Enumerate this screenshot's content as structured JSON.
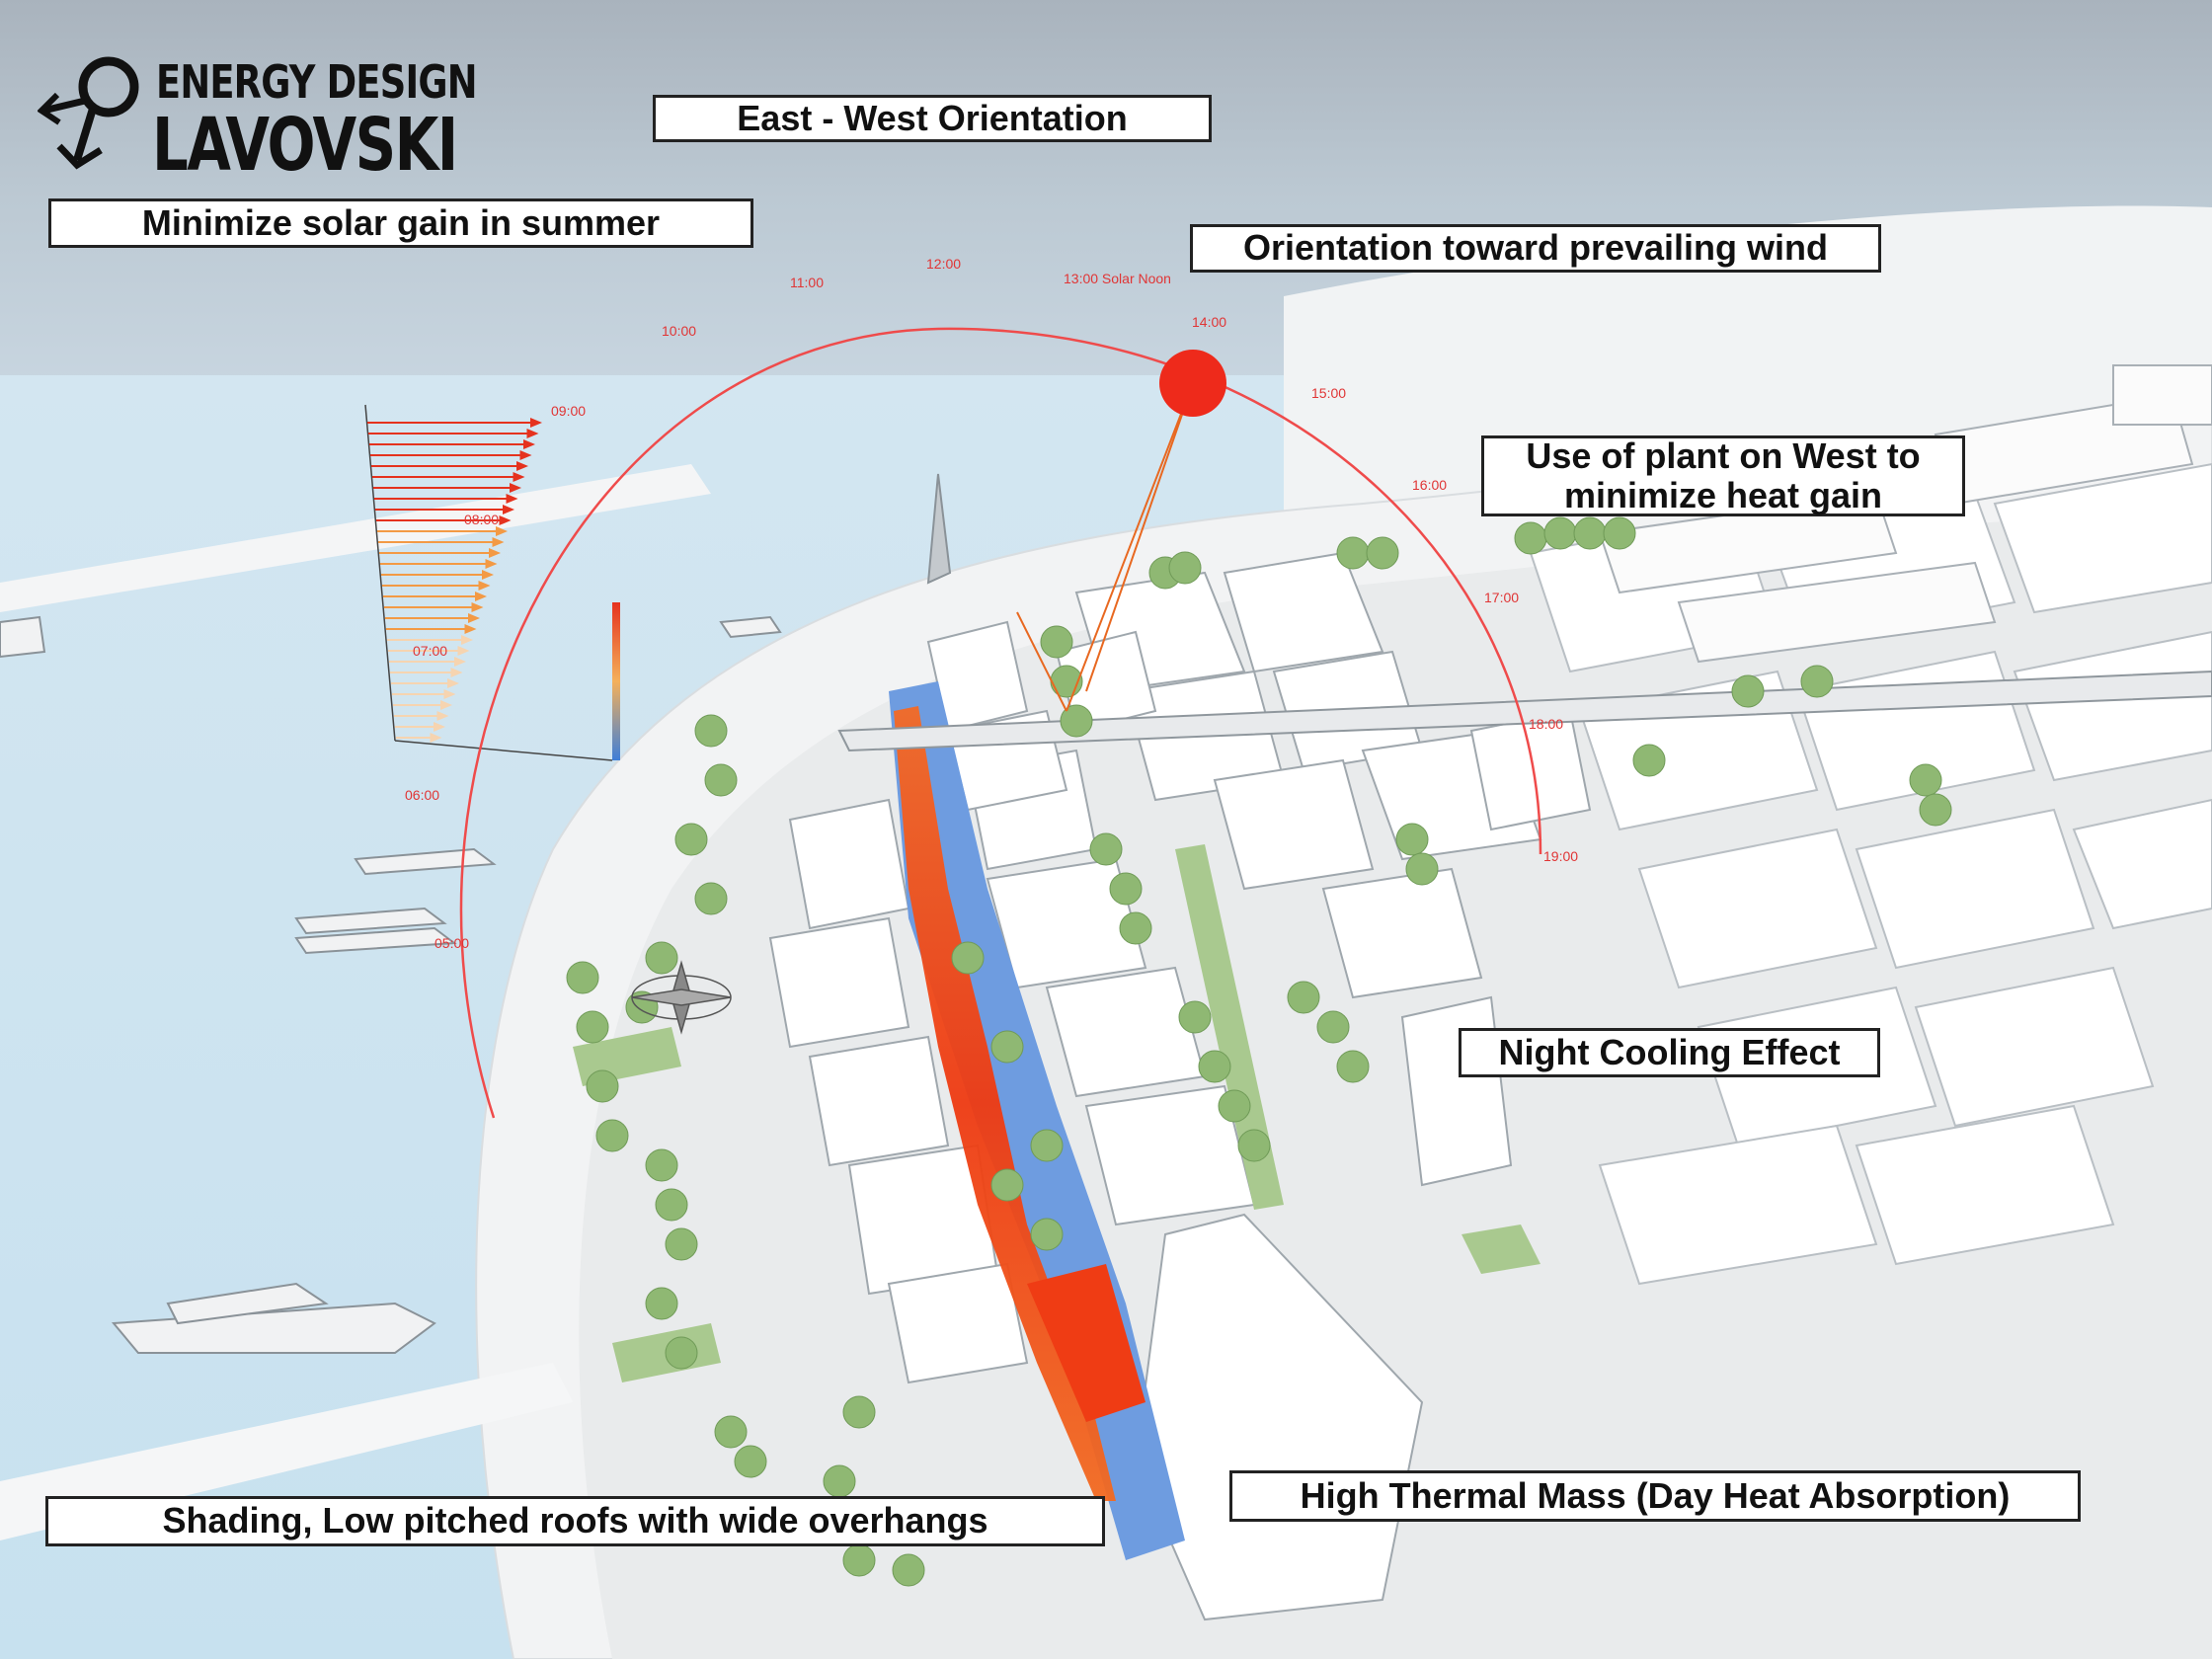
{
  "logo": {
    "line1": "ENERGY DESIGN",
    "line2": "LAVOVSKI"
  },
  "labels": {
    "east_west": "East - West Orientation",
    "solar_gain": "Minimize solar gain in summer",
    "prevailing_wind": "Orientation toward prevailing wind",
    "plant_west": "Use of plant on West to minimize heat gain",
    "night_cooling": "Night Cooling Effect",
    "thermal_mass": "High Thermal Mass (Day Heat Absorption)",
    "shading": "Shading, Low pitched roofs with wide overhangs"
  },
  "sun_path": {
    "hours": [
      {
        "text": "05:00"
      },
      {
        "text": "06:00"
      },
      {
        "text": "07:00"
      },
      {
        "text": "08:00"
      },
      {
        "text": "09:00"
      },
      {
        "text": "10:00"
      },
      {
        "text": "11:00"
      },
      {
        "text": "12:00"
      },
      {
        "text": "13:00 Solar Noon"
      },
      {
        "text": "14:00"
      },
      {
        "text": "15:00"
      },
      {
        "text": "16:00"
      },
      {
        "text": "17:00"
      },
      {
        "text": "18:00"
      },
      {
        "text": "19:00"
      }
    ]
  },
  "colors": {
    "sun": "#ee2a1b",
    "sun_path": "#ef4b4b",
    "water": "#cfe6f2",
    "tree": "#8fb873",
    "hot_street": "#f0501c",
    "cool_street": "#6e9ce0"
  }
}
